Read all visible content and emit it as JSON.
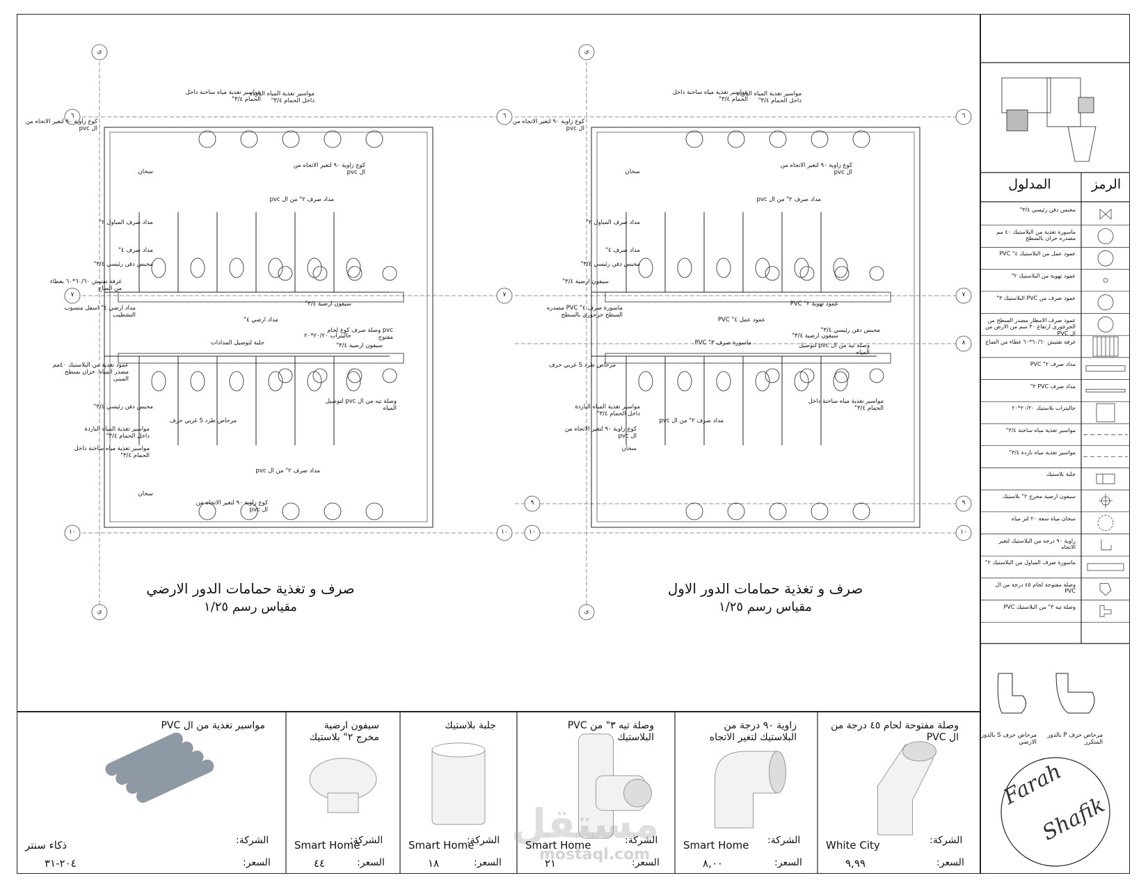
{
  "plans": [
    {
      "title": "صرف و تغذية حمامات الدور الارضي",
      "scale": "مقياس رسم ١/٢٥",
      "annotations": [
        "كوع زاوية ٩٠ لتغير الاتجاه من ال pvc",
        "مواسير تغذية مياه ساخنة داخل الحمام ٣/٤\"",
        "مواسير تغذية المياه الباردة داخل الحمام ٣/٤\"",
        "كوع زاوية ٩٠ لتغير الاتجاه من ال pvc",
        "سخان",
        "مداد صرف ٢\" من ال pvc",
        "مداد صرف المباول ٢\"",
        "مداد صرف ٤\"",
        "محبس دفن رئيسي ٣/٤\"",
        "غرفة تفتيش ٦٠/٦٠*٦٠ بغطاء من الصاج",
        "مداد ارضي ٤\" اسفل منسوب التشطيب",
        "مداد ارضي ٤\"",
        "سيفون ارضية ٣/٤\"",
        "جلبة لتوصيل المدادات",
        "جاليتراب ٢٠/٢٠*٢٠",
        "pvc وصلة صرف كوع لحام مفتوح",
        "سيفون ارضية ٣/٤\"",
        "عمود تغذية من البلاستيك ٤٠مم مصدر المياه: خزان بسطح المبنى",
        "محبس دفن رئيسي ٣/٤\"",
        "وصلة تيه من ال pvc لتوصيل المياه",
        "مرحاض طرد S غربي حرف",
        "مواسير تغذية المياه الباردة داخل الحمام ٣/٤\"",
        "مواسير تغذية مياه ساخنة داخل الحمام ٣/٤\"",
        "مداد صرف ٢\" من ال pvc",
        "كوع زاوية ٩٠ لتغير الاتجاه من ال pvc",
        "سخان"
      ]
    },
    {
      "title": "صرف و تغذية حمامات الدور الاول",
      "scale": "مقياس رسم ١/٢٥",
      "annotations": [
        "كوع زاوية ٩٠ لتغير الاتجاه من ال pvc",
        "مواسير تغذية مياه ساخنة داخل الحمام ٣/٤\"",
        "مواسير تغذية المياه الباردة داخل الحمام ٣/٤\"",
        "كوع زاوية ٩٠ لتغير الاتجاه من ال pvc",
        "سخان",
        "مداد صرف ٢\" من ال pvc",
        "مداد صرف المباول ٢\"",
        "مداد صرف ٤\"",
        "محبس دفن رئيسي ٣/٤\"",
        "سيفون ارضية ٣/٤\"",
        "ماسورة صرف ٤\" PVC مصدره السطح جرجوري بالسطح",
        "عمود عمل ٤\" PVC",
        "عمود تهوية ٢\" PVC",
        "ماسورة صرف ٣\" PVC",
        "سيفون ارضية ٣/٤\"",
        "محبس دفن رئيسي ٣/٤\"",
        "وصلة تيه من ال pvc لتوصيل المياه",
        "مرحاض طرد S غربي حرف",
        "مواسير تغذية المياه الباردة داخل الحمام ٣/٤\"",
        "مواسير تغذية مياه ساخنة داخل الحمام ٣/٤\"",
        "مداد صرف ٢\" من ال pvc",
        "كوع زاوية ٩٠ لتغير الاتجاه من ال pvc",
        "سخان"
      ]
    }
  ],
  "grid_labels": [
    "٦",
    "٧",
    "٨",
    "٩",
    "١٠",
    "ي"
  ],
  "legend": {
    "header_symbol": "الرمز",
    "header_meaning": "المدلول",
    "rows": [
      {
        "text": "محبس دفن رئيسي ٣/٤\"",
        "icon": "valve-icon"
      },
      {
        "text": "ماسورة تغذية من البلاستيك ٤٠ مم مصدره خزان بالسطح",
        "icon": "circle-icon"
      },
      {
        "text": "عمود عمل من البلاستيك ٤\" PVC",
        "icon": "circle-icon"
      },
      {
        "text": "عمود تهوية من البلاستيك ٢\"",
        "icon": "small-circle-icon"
      },
      {
        "text": "عمود صرف من PVC البلاستيك ٣\"",
        "icon": "circle-icon"
      },
      {
        "text": "عمود صرف الامطار مصدر السطح من الجرجوري ارتفاع ٣٠ سم من الارض من ال PVC",
        "icon": "circle-icon"
      },
      {
        "text": "غرفة تفتيش ٦٠/٦٠*٦٠ غطاء من الصاج",
        "icon": "grate-icon"
      },
      {
        "text": "مداد صرف ٢\" PVC",
        "icon": "pipe-icon"
      },
      {
        "text": "مداد صرف PVC ٣\"",
        "icon": "line-icon"
      },
      {
        "text": "جاليتراب بلاستيك ٢٠/٢٠*٢٠",
        "icon": "square-icon"
      },
      {
        "text": "مواسير تغذية مياه ساخنة ٣/٤\"",
        "icon": "dashed-line-icon"
      },
      {
        "text": "مواسير تغذية مياه باردة ٣/٤\"",
        "icon": "dashed-line-icon"
      },
      {
        "text": "جلبة بلاستيك",
        "icon": "coupling-icon"
      },
      {
        "text": "سيفون ارضية مخرج ٢\" بلاستيك",
        "icon": "floor-drain-icon"
      },
      {
        "text": "سخان مياه سعة ٢٠ لتر مياه",
        "icon": "heater-icon"
      },
      {
        "text": "زاوية ٩٠ درجة من البلاستيك لتغير الاتجاه",
        "icon": "elbow-icon"
      },
      {
        "text": "ماسورة صرف المباول من البلاستيك ٢\"",
        "icon": "urinal-pipe-icon"
      },
      {
        "text": "وصلة مفتوحة لحام ٤٥ درجة من ال PVC",
        "icon": "elbow45-icon"
      },
      {
        "text": "وصلة تيه ٣\" من البلاستيك PVC",
        "icon": "tee-icon"
      }
    ]
  },
  "toilets": {
    "s_type": "مرحاض حرف S بالدور الارضي",
    "p_type": "مرحاض حرف P بالدور المتكرر"
  },
  "signature": {
    "line1": "Farah",
    "line2": "Shafik"
  },
  "watermark": {
    "arabic": "مستقل",
    "latin": "mostaql.com"
  },
  "products_labels": {
    "company": "الشركة:",
    "price": "السعر:"
  },
  "products": [
    {
      "name": "وصلة مفتوحة لحام ٤٥ درجة من ال PVC",
      "company": "White City",
      "price": "٩,٩٩"
    },
    {
      "name": "زاوية ٩٠ درجة من البلاستيك لتغير الاتجاه",
      "company": "Smart Home",
      "price": "٨,٠٠"
    },
    {
      "name": "وصلة تيه ٣\" من PVC البلاستيك",
      "company": "Smart Home",
      "price": "٢١"
    },
    {
      "name": "جلبة بلاستيك",
      "company": "Smart Home",
      "price": "١٨"
    },
    {
      "name": "سيفون ارضية مخرج ٢\" بلاستيك",
      "company": "Smart Home",
      "price": "٤٤"
    },
    {
      "name": "مواسير تغذية من ال PVC",
      "company": "ذكاء سنتر",
      "price": "٢٠٤-٣١"
    }
  ]
}
